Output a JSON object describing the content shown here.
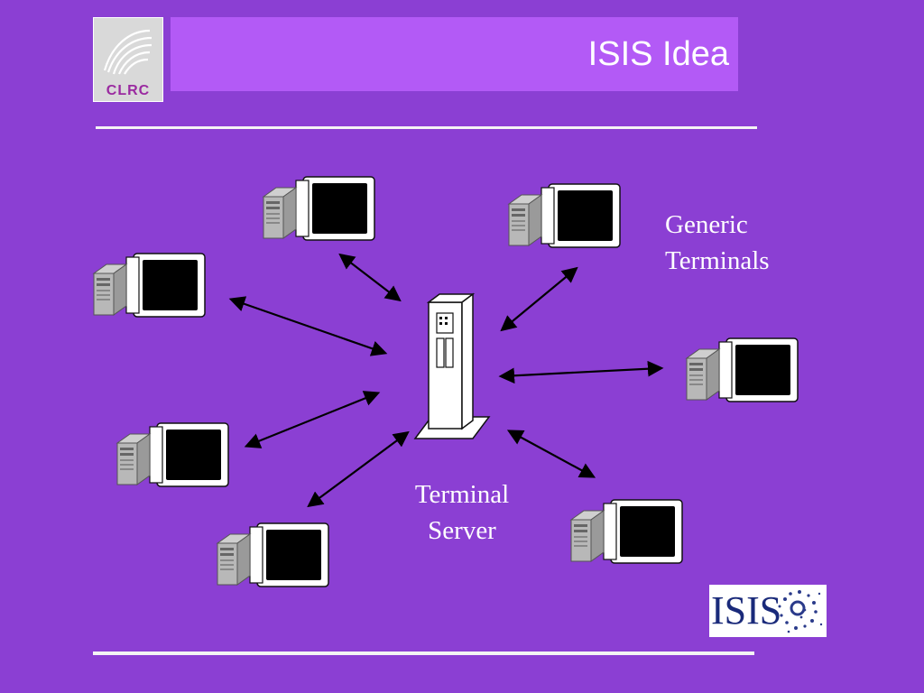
{
  "title": "ISIS Idea",
  "logo": {
    "text": "CLRC"
  },
  "labels": {
    "generic_line1": "Generic",
    "generic_line2": "Terminals",
    "server_line1": "Terminal",
    "server_line2": "Server"
  },
  "isis_logo": {
    "text": "ISIS"
  },
  "colors": {
    "background": "#8b3fd3",
    "title_bar": "#b35af6"
  },
  "icons": [
    "computer-terminal-icon",
    "terminal-server-icon",
    "double-arrow"
  ]
}
